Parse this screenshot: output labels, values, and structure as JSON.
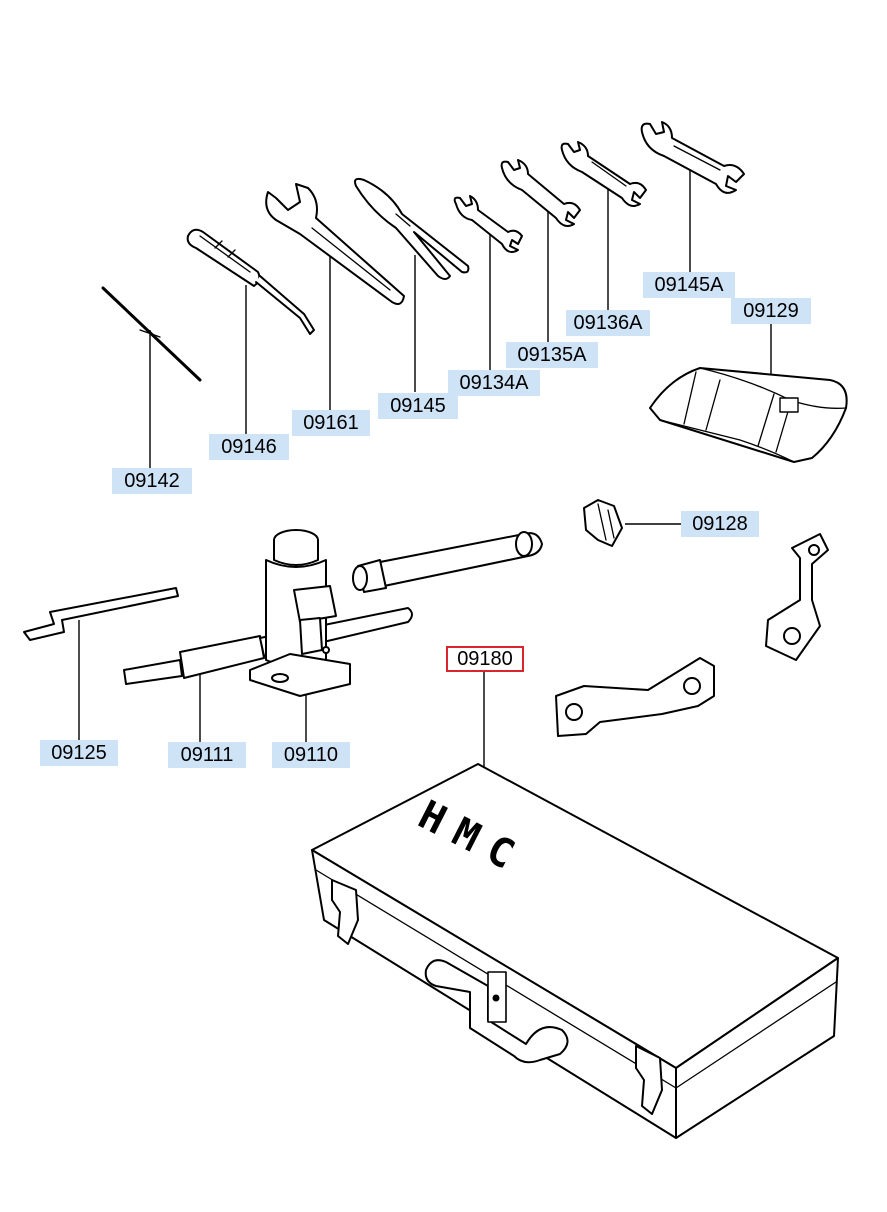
{
  "colors": {
    "label_bg": "#cfe3f7",
    "selected_border": "#d9252b",
    "ink": "#000000"
  },
  "labels": {
    "p09142": "09142",
    "p09146": "09146",
    "p09161": "09161",
    "p09145": "09145",
    "p09134A": "09134A",
    "p09135A": "09135A",
    "p09136A": "09136A",
    "p09145A": "09145A",
    "p09129": "09129",
    "p09128": "09128",
    "p09180": "09180",
    "p09125": "09125",
    "p09111": "09111",
    "p09110": "09110"
  },
  "selected_part": "09180",
  "box_text": "HMC"
}
